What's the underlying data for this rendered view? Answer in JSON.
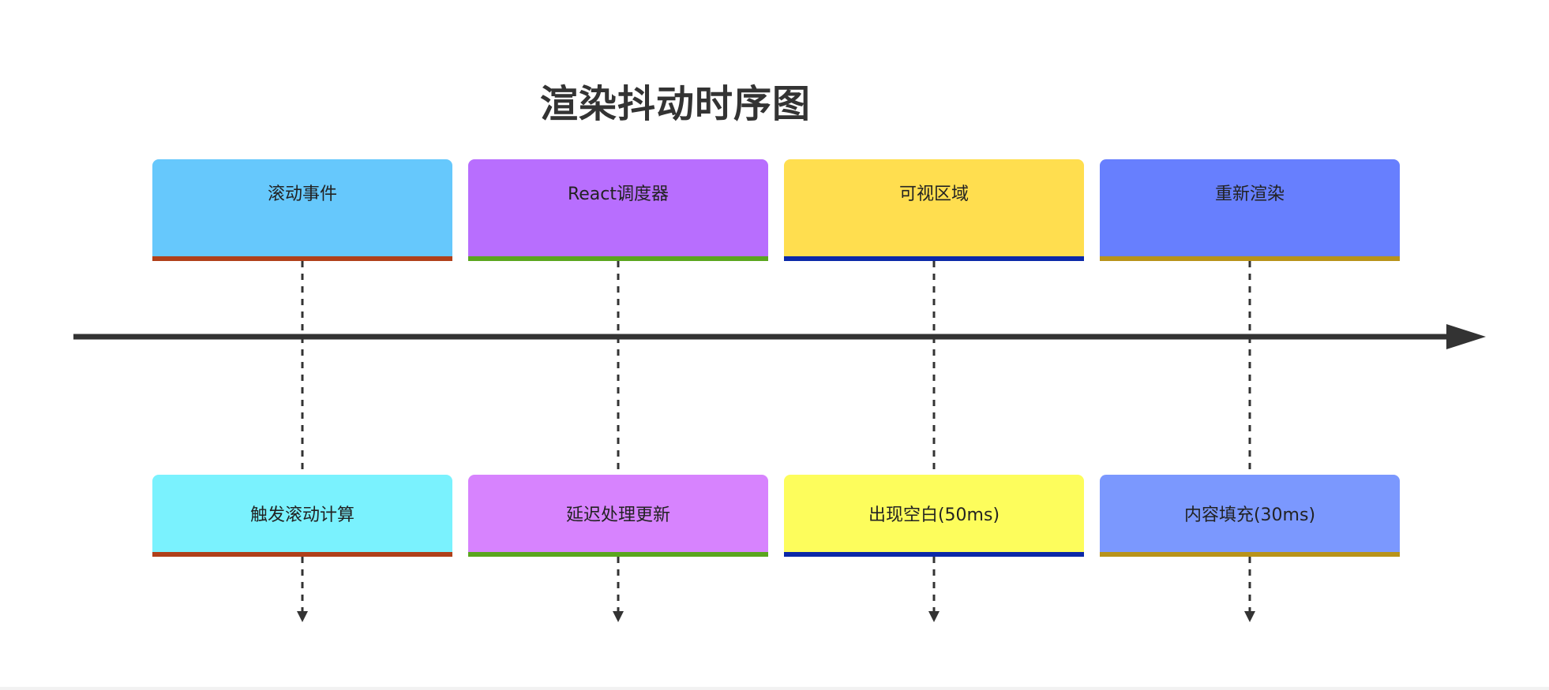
{
  "diagram": {
    "title": "渲染抖动时序图",
    "columns": [
      {
        "top_label": "滚动事件",
        "bottom_label": "触发滚动计算",
        "top_color": "#66c8fc",
        "bottom_color": "#7af2fe",
        "accent_color": "#b0401a"
      },
      {
        "top_label": "React调度器",
        "bottom_label": "延迟处理更新",
        "top_color": "#b86efe",
        "bottom_color": "#d783fe",
        "accent_color": "#5aa61e"
      },
      {
        "top_label": "可视区域",
        "bottom_label": "出现空白(50ms)",
        "top_color": "#ffde4f",
        "bottom_color": "#fdfd5c",
        "accent_color": "#0b28a8"
      },
      {
        "top_label": "重新渲染",
        "bottom_label": "内容填充(30ms)",
        "top_color": "#677ffe",
        "bottom_color": "#7b98fe",
        "accent_color": "#b8931a"
      }
    ],
    "axis_color": "#333333",
    "connector_color": "#333333"
  }
}
